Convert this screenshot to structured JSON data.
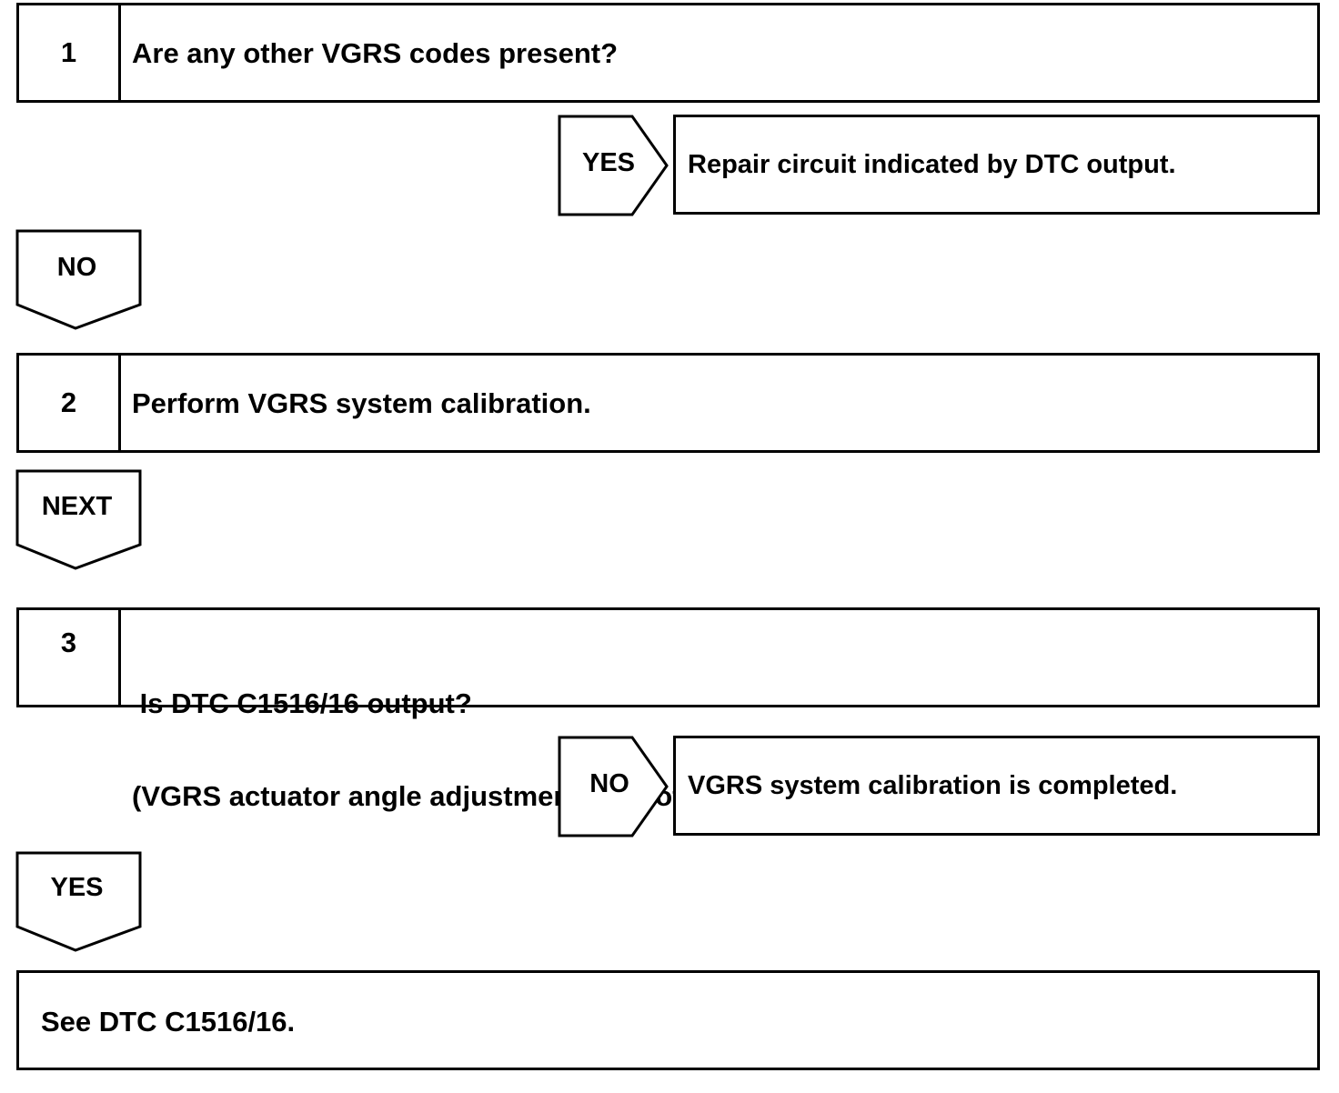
{
  "steps": [
    {
      "number": "1",
      "text": "Are any other VGRS codes present?"
    },
    {
      "number": "2",
      "text": "Perform VGRS system calibration."
    },
    {
      "number": "3",
      "line1": " Is DTC C1516/16 output?",
      "line2": "(VGRS actuator angle adjustment did not complete normally)"
    }
  ],
  "branches": [
    {
      "label": "YES",
      "result": "Repair circuit indicated by DTC output."
    },
    {
      "label": "NO",
      "result": "VGRS system calibration is completed."
    }
  ],
  "down_labels": [
    "NO",
    "NEXT",
    "YES"
  ],
  "final": {
    "text": "See DTC C1516/16."
  }
}
